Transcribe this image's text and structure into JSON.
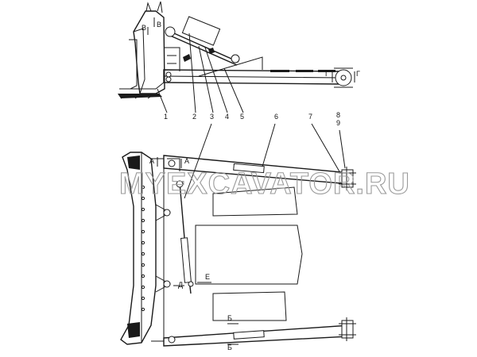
{
  "watermark": "MYEXCAVATOR.RU",
  "callouts_top": [
    "1",
    "2",
    "3",
    "4",
    "5",
    "6",
    "7",
    "8",
    "9"
  ],
  "section_marks": {
    "v": "В",
    "g": "Г",
    "a": "А",
    "b": "Б",
    "d": "Д",
    "e": "Е"
  }
}
